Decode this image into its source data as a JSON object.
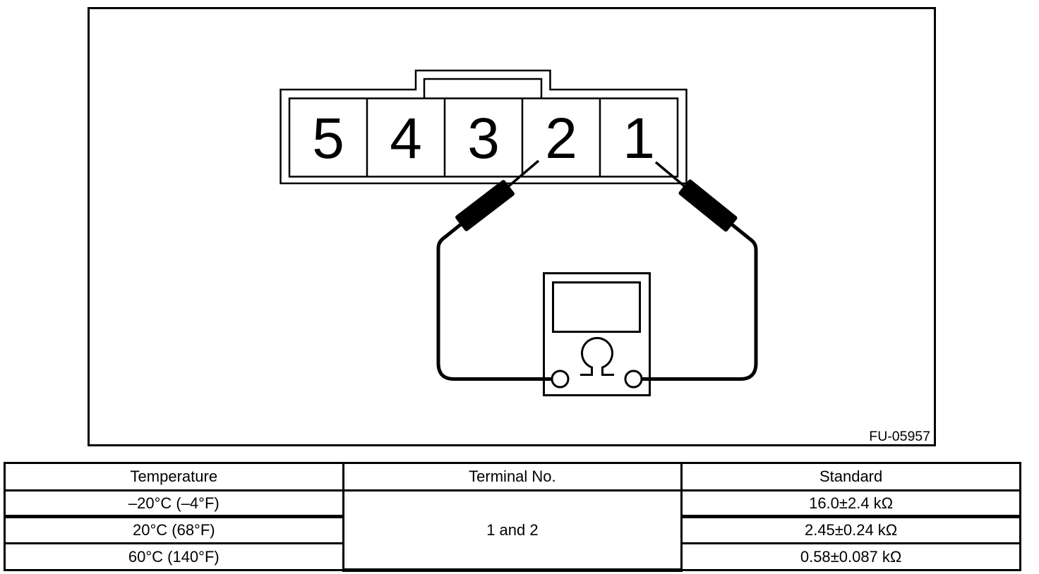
{
  "figure": {
    "code": "FU-05957",
    "connector": {
      "terminals": [
        "5",
        "4",
        "3",
        "2",
        "1"
      ]
    },
    "meter": {
      "dial_symbol": "Ω",
      "probed_terminals": [
        "2",
        "1"
      ]
    }
  },
  "table": {
    "headers": [
      "Temperature",
      "Terminal No.",
      "Standard"
    ],
    "terminal_no": "1 and 2",
    "rows": [
      {
        "temperature": "–20°C (–4°F)",
        "standard": "16.0±2.4 kΩ"
      },
      {
        "temperature": "20°C (68°F)",
        "standard": "2.45±0.24 kΩ"
      },
      {
        "temperature": "60°C (140°F)",
        "standard": "0.58±0.087 kΩ"
      }
    ]
  },
  "colors": {
    "ink": "#000000",
    "paper": "#ffffff"
  }
}
